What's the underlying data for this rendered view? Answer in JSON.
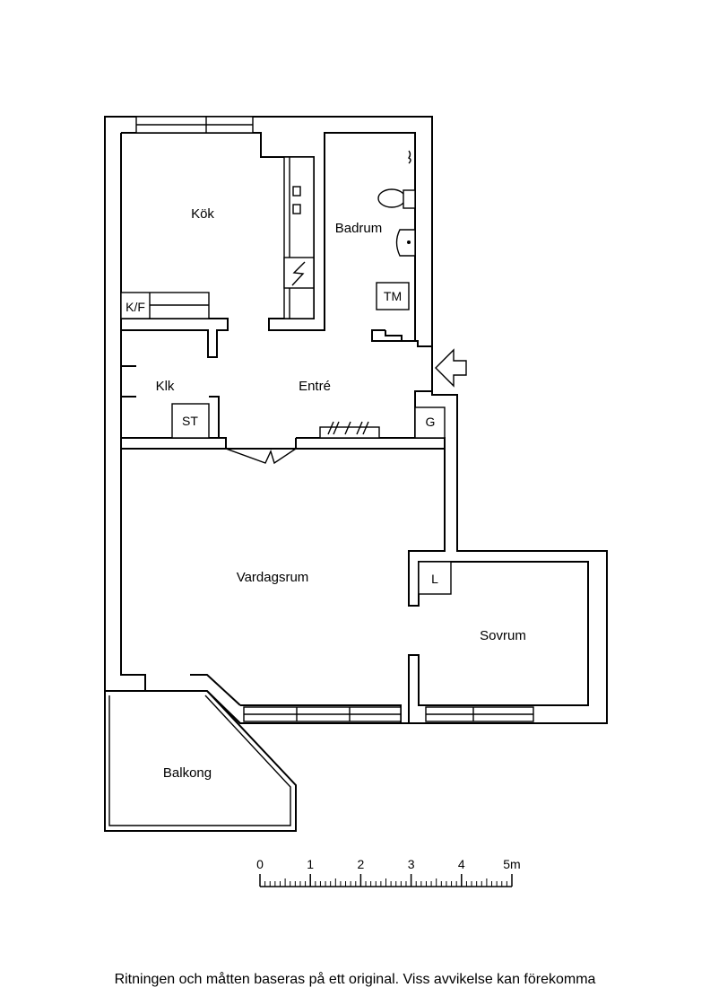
{
  "rooms": {
    "kok": "Kök",
    "badrum": "Badrum",
    "klk": "Klk",
    "entre": "Entré",
    "vardagsrum": "Vardagsrum",
    "sovrum": "Sovrum",
    "balkong": "Balkong"
  },
  "fixtures": {
    "kf": "K/F",
    "tm": "TM",
    "st": "ST",
    "g": "G",
    "l": "L"
  },
  "scale": {
    "ticks": [
      "0",
      "1",
      "2",
      "3",
      "4",
      "5m"
    ],
    "max_m": 5
  },
  "disclaimer": "Ritningen och måtten baseras på ett original. Viss avvikelse kan förekomma",
  "icons": [
    "entrance-arrow-icon",
    "electrical-panel-icon",
    "toilet-icon",
    "sink-icon",
    "faucet-icon",
    "coat-rack-icon"
  ]
}
